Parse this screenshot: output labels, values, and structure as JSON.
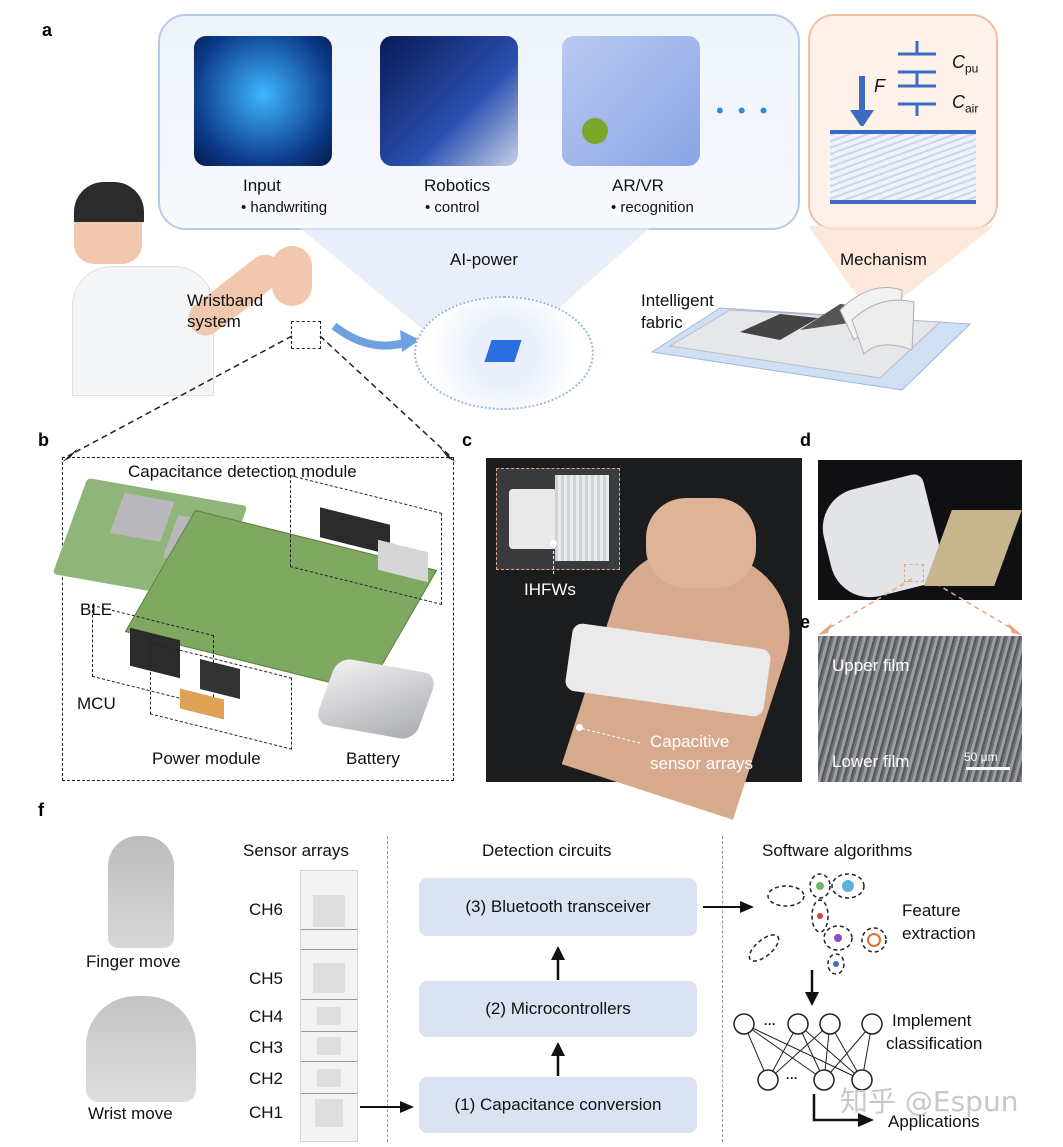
{
  "panels": [
    "a",
    "b",
    "c",
    "d",
    "e",
    "f"
  ],
  "panel_a": {
    "apps": [
      {
        "title": "Input",
        "sub": "• handwriting"
      },
      {
        "title": "Robotics",
        "sub": "• control"
      },
      {
        "title": "AR/VR",
        "sub": "• recognition"
      }
    ],
    "ellipsis": "• • •",
    "ai_power": "AI-power",
    "mechanism": "Mechanism",
    "force_label": "F",
    "cap_pu": "C",
    "cap_pu_sub": "pu",
    "cap_air": "C",
    "cap_air_sub": "air",
    "wristband": [
      "Wristband",
      "system"
    ],
    "fabric": [
      "Intelligent",
      "fabric"
    ]
  },
  "panel_b": {
    "title": "Capacitance detection module",
    "ble": "BLE",
    "mcu": "MCU",
    "power": "Power module",
    "battery": "Battery"
  },
  "panel_c": {
    "ihfws": "IHFWs",
    "sensor": [
      "Capacitive",
      "sensor arrays"
    ]
  },
  "panel_e": {
    "upper": "Upper film",
    "lower": "Lower film",
    "scale": "50 μm"
  },
  "panel_f": {
    "finger": "Finger move",
    "wrist": "Wrist move",
    "sensor_arrays": "Sensor arrays",
    "channels": [
      "CH6",
      "CH5",
      "CH4",
      "CH3",
      "CH2",
      "CH1"
    ],
    "detection": "Detection circuits",
    "steps": [
      "(3) Bluetooth transceiver",
      "(2) Microcontrollers",
      "(1) Capacitance conversion"
    ],
    "software": "Software algorithms",
    "feature": [
      "Feature",
      "extraction"
    ],
    "classification": [
      "Implement",
      "classification"
    ],
    "applications": "Applications",
    "watermark": "知乎 @Espun"
  },
  "colors": {
    "flow_box": "#dbe3f3",
    "arrow_blue": "#3b6cc0",
    "pcb_green": "#7fa860"
  }
}
